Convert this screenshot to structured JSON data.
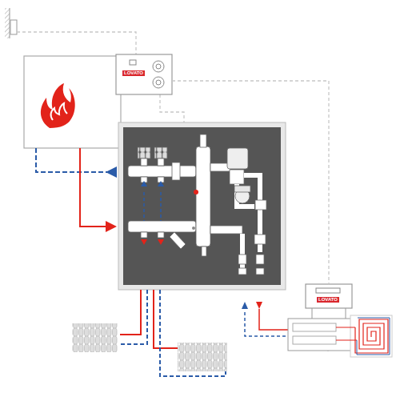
{
  "diagram": {
    "nodes": [
      {
        "text": [
          "LOVATO"
        ]
      },
      {
        "text": [
          "LOVATO"
        ]
      }
    ],
    "edges": [
      {
        "from": 0,
        "to": 1,
        "arrow": "none"
      }
    ]
  }
}
